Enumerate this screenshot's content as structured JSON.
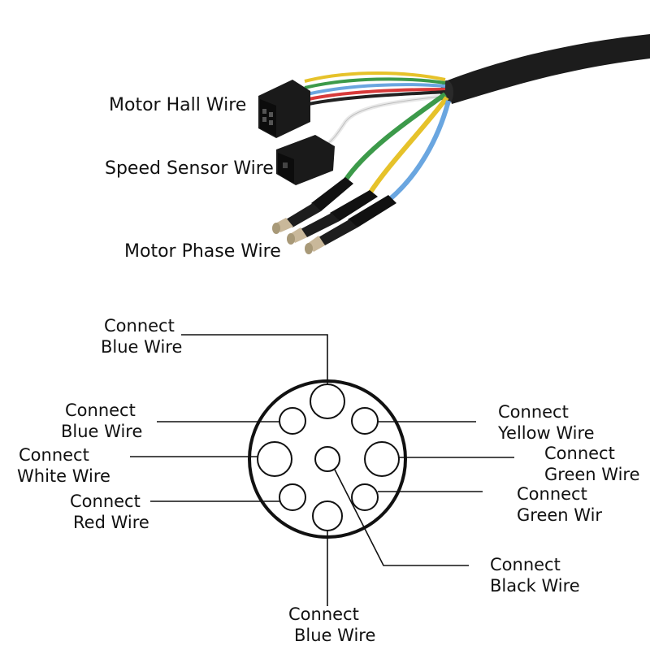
{
  "photo_labels": {
    "hall": "Motor Hall Wire",
    "speed": "Speed Sensor Wire",
    "phase": "Motor Phase Wire"
  },
  "pins": {
    "top": [
      "Connect",
      "Blue Wire"
    ],
    "upper_left": [
      "Connect",
      "Blue Wire"
    ],
    "left": [
      "Connect",
      "White Wire"
    ],
    "lower_left": [
      "Connect",
      "Red Wire"
    ],
    "bottom": [
      "Connect",
      "Blue Wire"
    ],
    "upper_right": [
      "Connect",
      "Yellow Wire"
    ],
    "right": [
      "Connect",
      "Green Wire"
    ],
    "lower_right": [
      "Connect",
      "Green Wir"
    ],
    "center": [
      "Connect",
      "Black Wire"
    ]
  },
  "colors": {
    "cable": "#1c1c1c",
    "blue": "#6aa6e0",
    "yellow": "#e6c22a",
    "green": "#3c9a4a",
    "red": "#d83a3a",
    "white": "#f2f2f2",
    "brass": "#c9b89a"
  }
}
